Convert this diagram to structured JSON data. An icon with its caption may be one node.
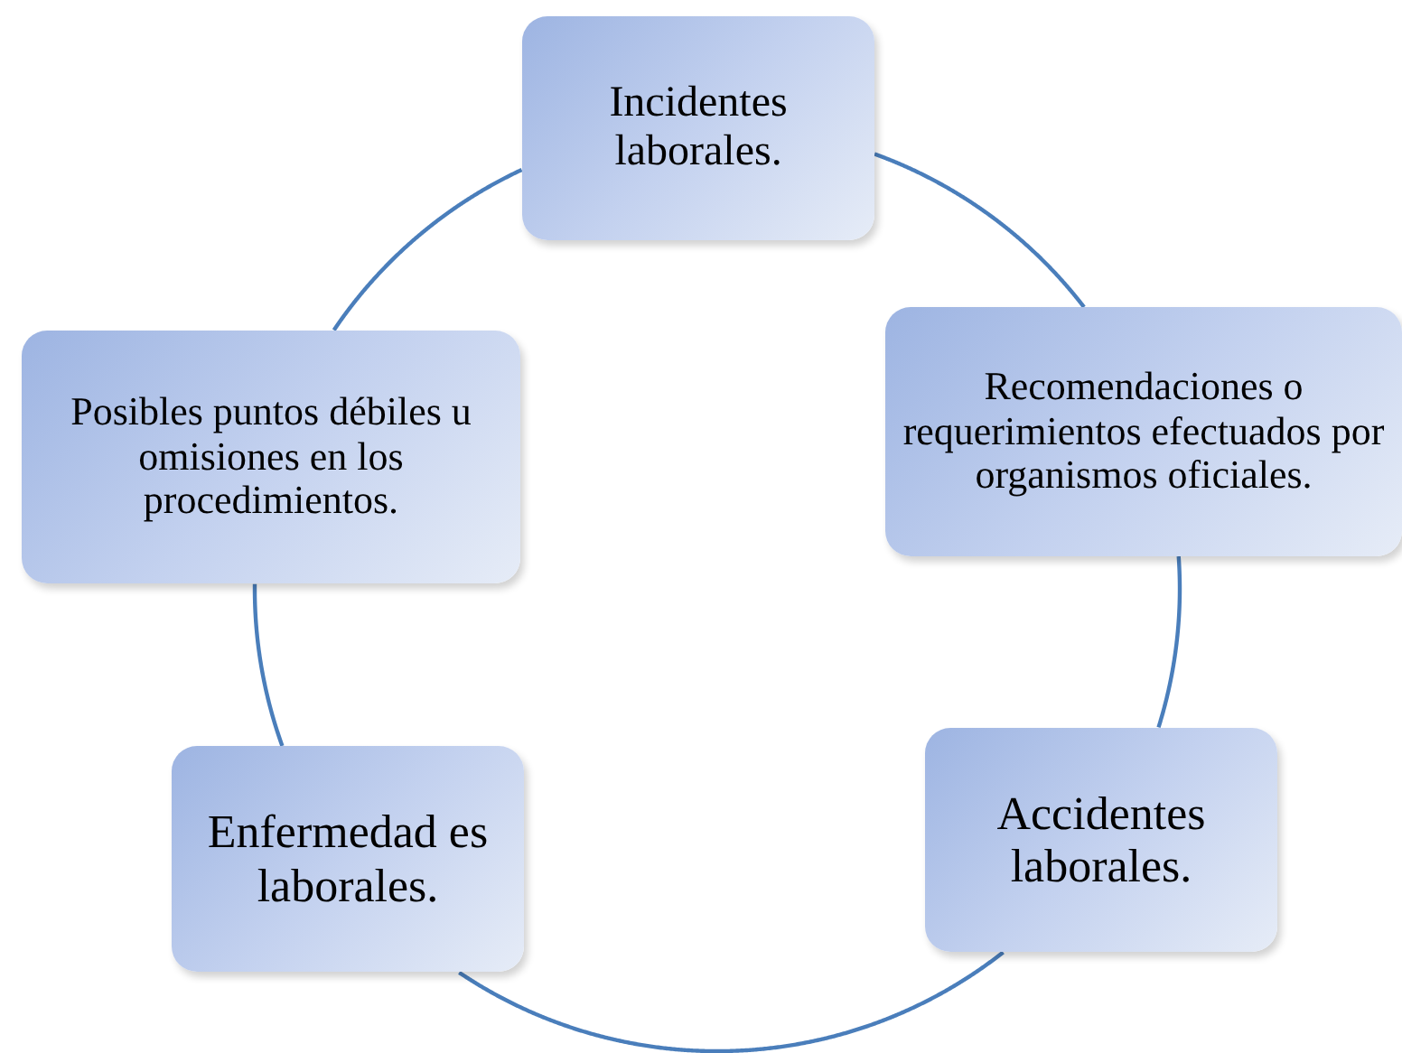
{
  "diagram": {
    "nodes": [
      {
        "text": [
          "Incidentes laborales."
        ]
      },
      {
        "text": [
          "Recomendaciones o requerimientos efectuados por organismos oficiales."
        ]
      },
      {
        "text": [
          "Accidentes laborales."
        ]
      },
      {
        "text": [
          "Enfermedad es laborales."
        ]
      },
      {
        "text": [
          "Posibles puntos débiles u omisiones en los procedimientos."
        ]
      }
    ],
    "edges": [
      {
        "from": 0,
        "to": 1,
        "arrow": "none"
      },
      {
        "from": 1,
        "to": 2,
        "arrow": "none"
      },
      {
        "from": 2,
        "to": 3,
        "arrow": "none"
      },
      {
        "from": 3,
        "to": 4,
        "arrow": "none"
      },
      {
        "from": 4,
        "to": 0,
        "arrow": "none"
      }
    ]
  }
}
